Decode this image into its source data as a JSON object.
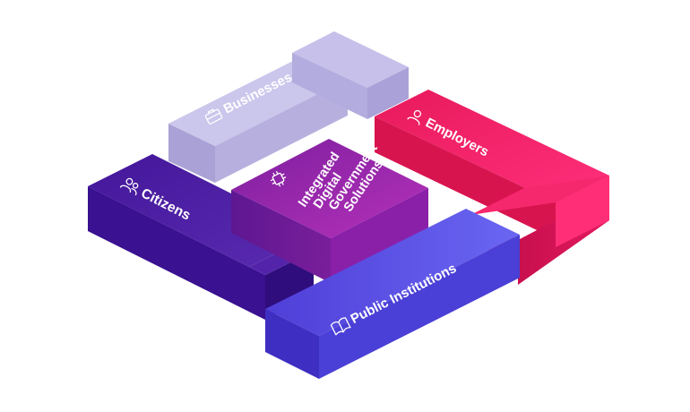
{
  "blocks": {
    "businesses": {
      "label": "Businesses",
      "icon": "briefcase-icon",
      "color": "#c3bce8"
    },
    "employers": {
      "label": "Employers",
      "icon": "person-icon",
      "color": "#f7266f"
    },
    "citizens": {
      "label": "Citizens",
      "icon": "people-icon",
      "color": "#4a1fa3"
    },
    "public_institutions": {
      "label": "Public Institutions",
      "icon": "book-icon",
      "color": "#5b56ea"
    },
    "center": {
      "icon": "chip-icon",
      "color": "#9b2ab0",
      "lines": [
        "Integrated",
        "Digital",
        "Government",
        "Solutions"
      ]
    }
  }
}
